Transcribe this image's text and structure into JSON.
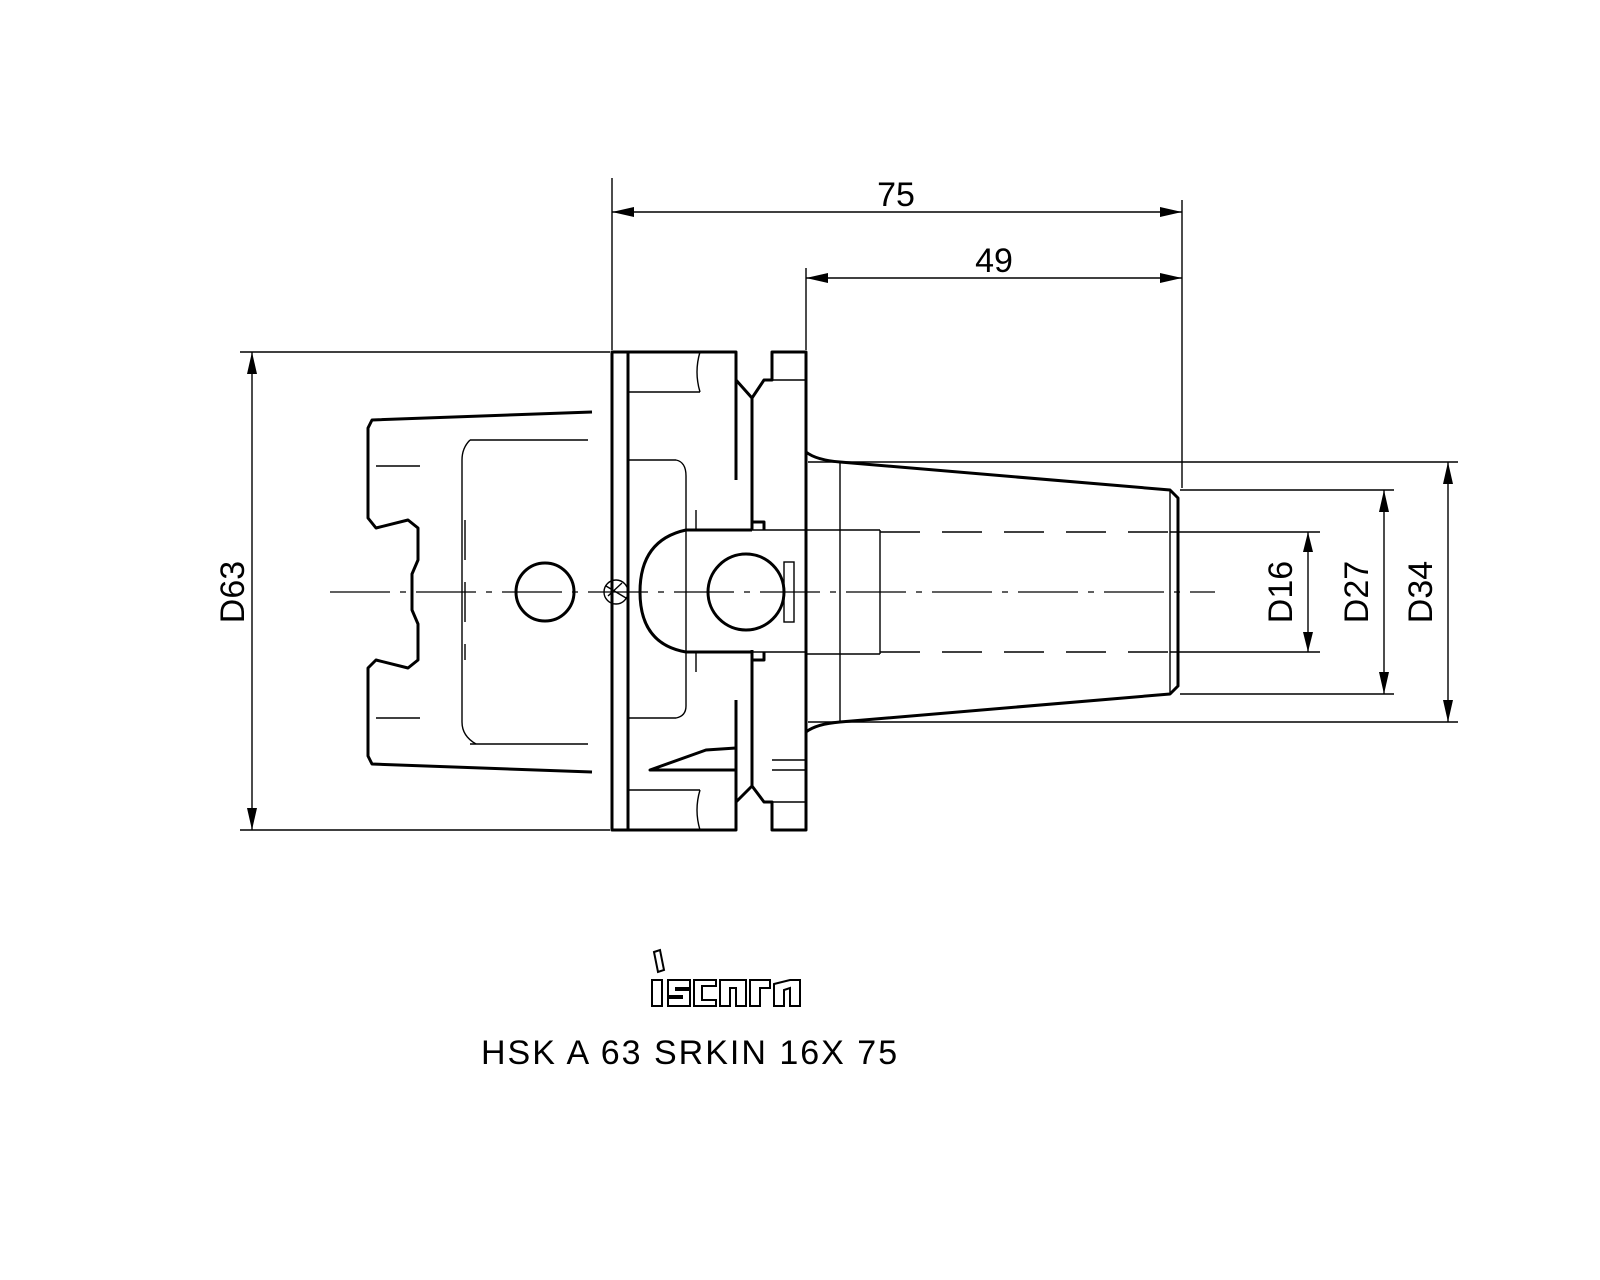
{
  "drawing": {
    "dimensions": {
      "overall_length": "75",
      "gauge_length": "49",
      "flange_diameter": "D63",
      "bore_diameter": "D16",
      "nose_diameter": "D27",
      "shank_diameter": "D34"
    },
    "logo": {
      "brand": "iscar"
    },
    "designation": "HSK A 63 SRKIN 16X 75"
  }
}
